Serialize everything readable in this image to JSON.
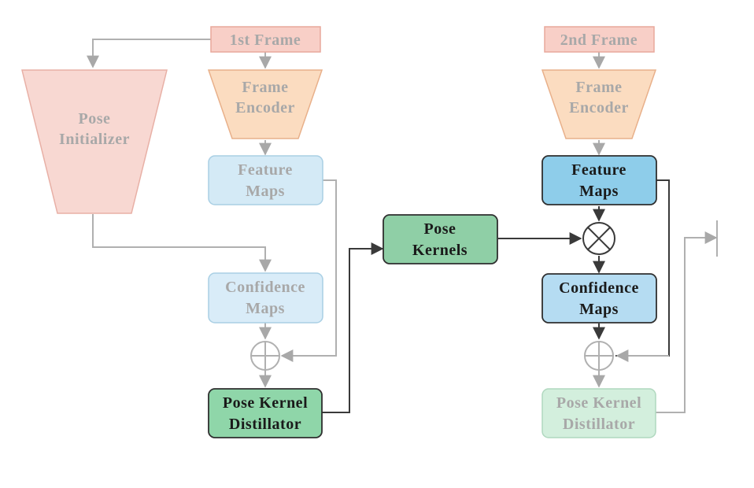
{
  "nodes": {
    "frame1": "1st Frame",
    "frame2": "2nd Frame",
    "encoder1": [
      "Frame",
      "Encoder"
    ],
    "encoder2": [
      "Frame",
      "Encoder"
    ],
    "pose_initializer": [
      "Pose",
      "Initializer"
    ],
    "feature_maps1": [
      "Feature",
      "Maps"
    ],
    "feature_maps2": [
      "Feature",
      "Maps"
    ],
    "confidence_maps1": [
      "Confidence",
      "Maps"
    ],
    "confidence_maps2": [
      "Confidence",
      "Maps"
    ],
    "distillator1": [
      "Pose Kernel",
      "Distillator"
    ],
    "distillator2": [
      "Pose Kernel",
      "Distillator"
    ],
    "pose_kernels": [
      "Pose",
      "Kernels"
    ]
  },
  "colors": {
    "pink_fill": "#f8cfc7",
    "pink_stroke": "#e8a89c",
    "orange_fill": "#fbd7b5",
    "light_blue_fill": "#cfe7f5",
    "light_blue_stroke": "#9ec8e0",
    "blue_fill": "#8ecdea",
    "blue_light_fill": "#b5dcf2",
    "green_fill": "#8fd0a8",
    "green_light_fill": "#c9ebd5",
    "faded_text": "#a8a8a8",
    "dark_text": "#1a1a1a",
    "faded_line": "#b0b0b0",
    "dark_line": "#3a3a3a"
  }
}
